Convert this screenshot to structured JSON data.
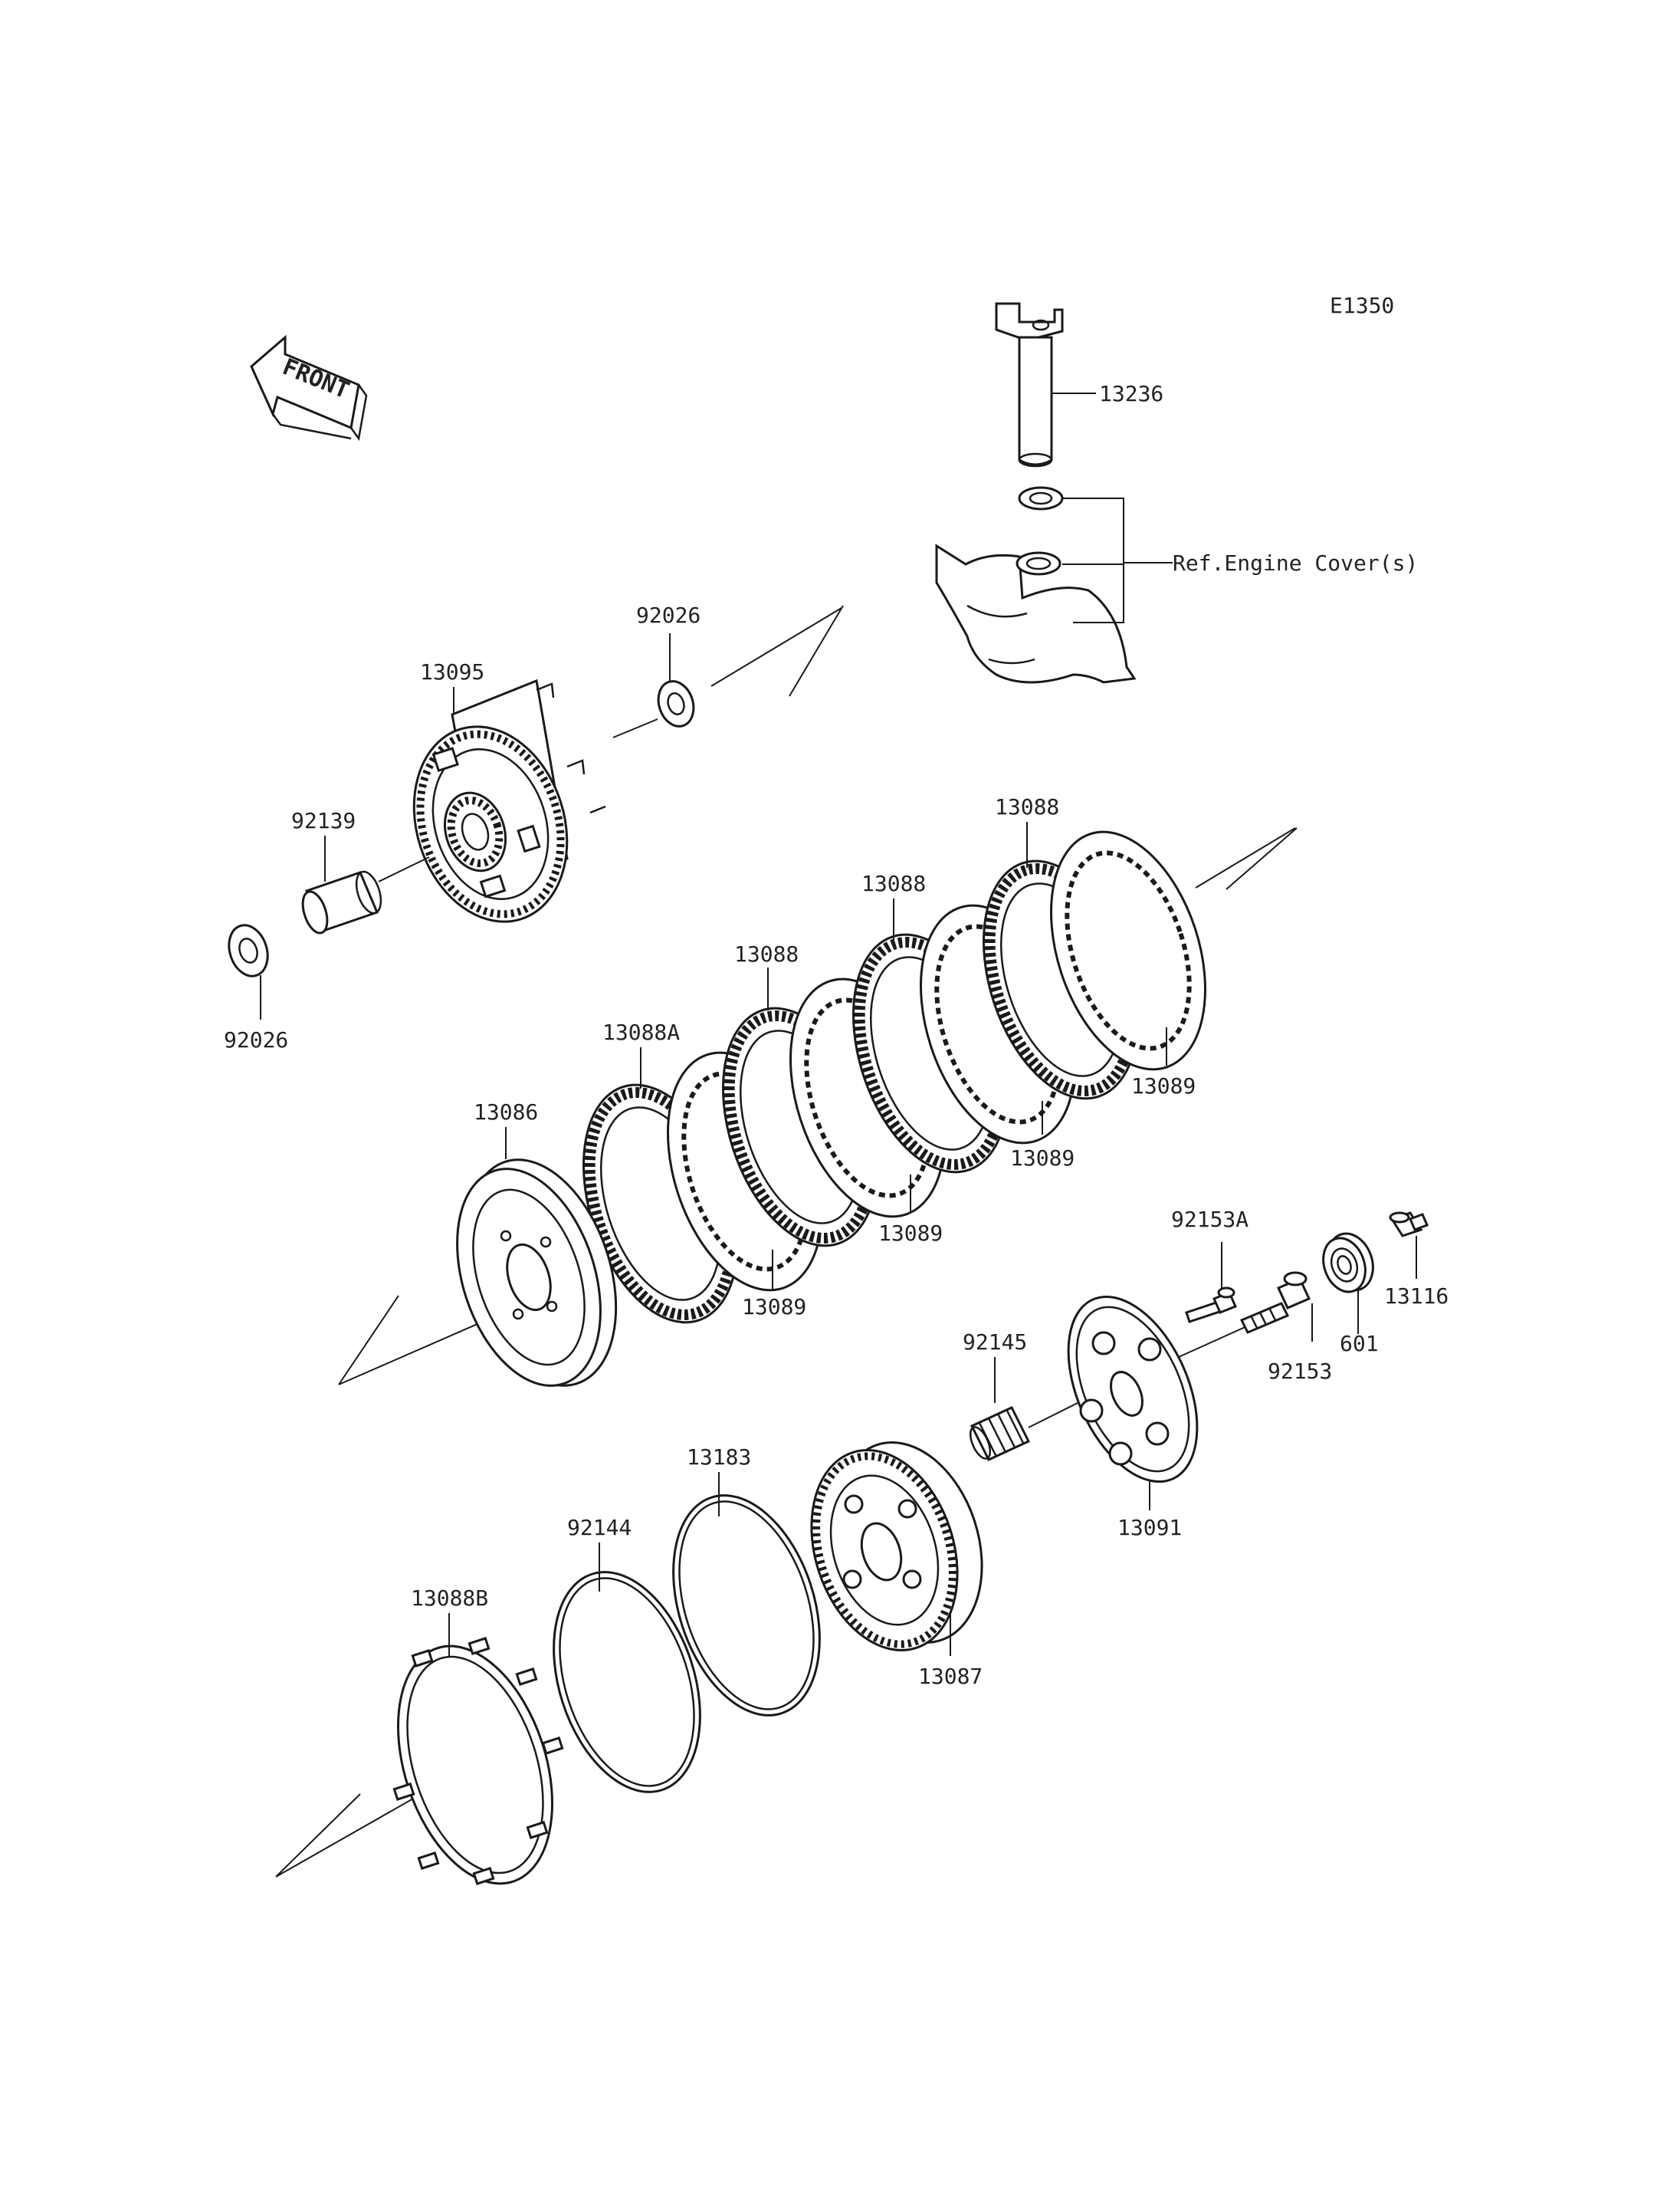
{
  "diagram": {
    "code": "E1350",
    "front_label": "FRONT",
    "ref_label": "Ref.Engine Cover(s)",
    "parts": [
      {
        "id": "p13236",
        "label": "13236"
      },
      {
        "id": "p13095",
        "label": "13095"
      },
      {
        "id": "p92026a",
        "label": "92026"
      },
      {
        "id": "p92139",
        "label": "92139"
      },
      {
        "id": "p92026b",
        "label": "92026"
      },
      {
        "id": "p13088a",
        "label": "13088"
      },
      {
        "id": "p13088b",
        "label": "13088"
      },
      {
        "id": "p13088c",
        "label": "13088"
      },
      {
        "id": "p13088A",
        "label": "13088A"
      },
      {
        "id": "p13089a",
        "label": "13089"
      },
      {
        "id": "p13089b",
        "label": "13089"
      },
      {
        "id": "p13089c",
        "label": "13089"
      },
      {
        "id": "p13089d",
        "label": "13089"
      },
      {
        "id": "p13086",
        "label": "13086"
      },
      {
        "id": "p92153A",
        "label": "92153A"
      },
      {
        "id": "p13116",
        "label": "13116"
      },
      {
        "id": "p601",
        "label": "601"
      },
      {
        "id": "p92153",
        "label": "92153"
      },
      {
        "id": "p92145",
        "label": "92145"
      },
      {
        "id": "p13091",
        "label": "13091"
      },
      {
        "id": "p13183",
        "label": "13183"
      },
      {
        "id": "p92144",
        "label": "92144"
      },
      {
        "id": "p13087",
        "label": "13087"
      },
      {
        "id": "p13088B",
        "label": "13088B"
      }
    ]
  }
}
